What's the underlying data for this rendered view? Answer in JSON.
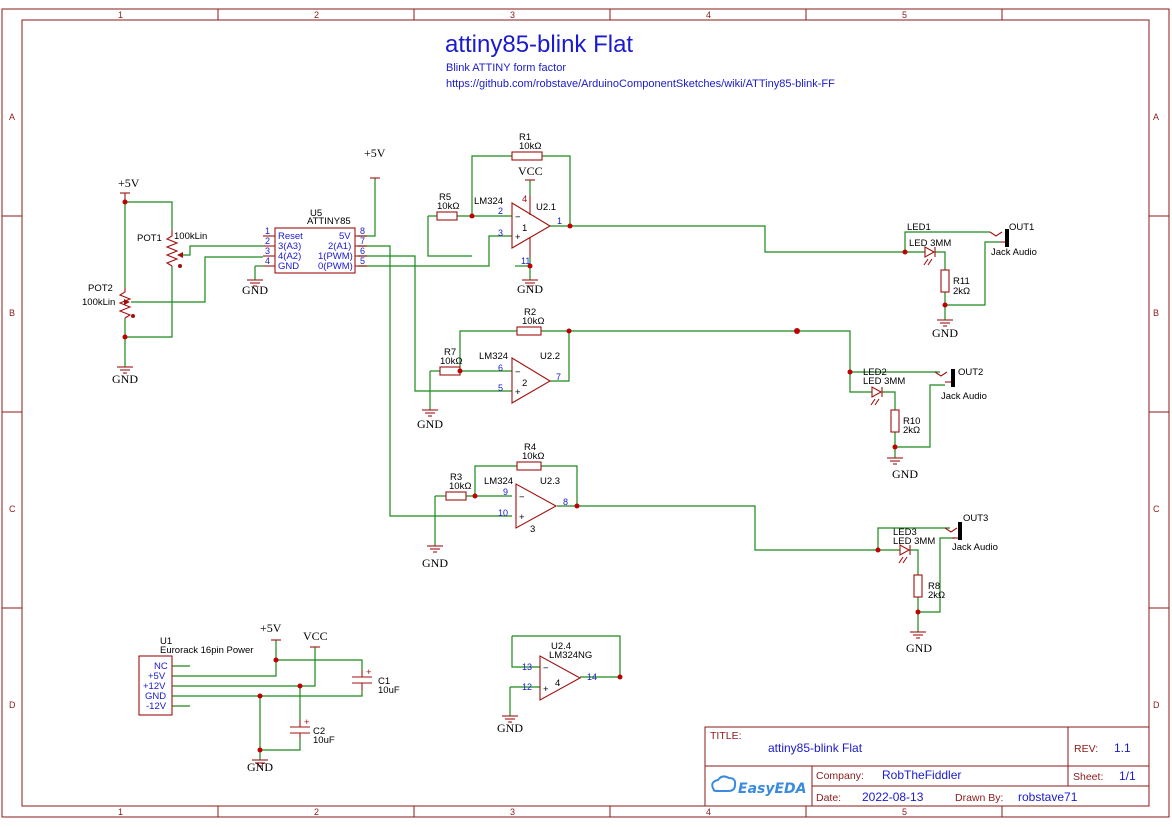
{
  "title": "attiny85-blink Flat",
  "subtitle": "Blink ATTINY form factor",
  "url": " https://github.com/robstave/ArduinoComponentSketches/wiki/ATTiny85-blink-FF",
  "zones": {
    "cols": [
      "1",
      "2",
      "3",
      "4",
      "5"
    ],
    "rows": [
      "A",
      "B",
      "C",
      "D"
    ]
  },
  "labels": {
    "plus5v": "+5V",
    "vcc": "VCC",
    "gnd": "GND",
    "pot1": "POT1",
    "pot1_val": "100kLin",
    "pot2": "POT2",
    "pot2_val": "100kLin",
    "u5": "U5",
    "u5_part": "ATTINY85",
    "u5_pins_left": [
      "Reset",
      "3(A3)",
      "4(A2)",
      "GND"
    ],
    "u5_nums_left": [
      "1",
      "2",
      "3",
      "4"
    ],
    "u5_pins_right": [
      "5V",
      "2(A1)",
      "1(PWM)",
      "0(PWM)"
    ],
    "u5_nums_right": [
      "8",
      "7",
      "6",
      "5"
    ],
    "r1": "R1",
    "r1_val": "10kΩ",
    "r2": "R2",
    "r2_val": "10kΩ",
    "r3": "R3",
    "r3_val": "10kΩ",
    "r4": "R4",
    "r4_val": "10kΩ",
    "r5": "R5",
    "r5_val": "10kΩ",
    "r7": "R7",
    "r7_val": "10kΩ",
    "r8": "R8",
    "r8_val": "2kΩ",
    "r10": "R10",
    "r10_val": "2kΩ",
    "r11": "R11",
    "r11_val": "2kΩ",
    "lm324": "LM324",
    "u21": "U2.1",
    "u22": "U2.2",
    "u23": "U2.3",
    "u24": "U2.4",
    "u24_part": "LM324NG",
    "op_pins_u21": [
      "2",
      "3",
      "1",
      "4",
      "11"
    ],
    "op_pins_u22": [
      "6",
      "5",
      "7"
    ],
    "op_pins_u23": [
      "9",
      "10",
      "8"
    ],
    "op_pins_u24": [
      "13",
      "12",
      "14"
    ],
    "led1": "LED1",
    "led2": "LED2",
    "led3": "LED3",
    "led_val": "LED 3MM",
    "out1": "OUT1",
    "out2": "OUT2",
    "out3": "OUT3",
    "jack": "Jack Audio",
    "u1": "U1",
    "u1_part": "Eurorack 16pin Power",
    "u1_pins": [
      "NC",
      "+5V",
      "+12V",
      "GND",
      "-12V"
    ],
    "c1": "C1",
    "c1_val": "10uF",
    "c2": "C2",
    "c2_val": "10uF",
    "opamp_num_1": "1",
    "opamp_num_2": "2",
    "opamp_num_3": "3",
    "opamp_num_4": "4"
  },
  "titleblock": {
    "title_label": "TITLE:",
    "title_value": "attiny85-blink Flat",
    "rev_label": "REV:",
    "rev_value": "1.1",
    "company_label": "Company:",
    "company_value": "RobTheFiddler",
    "sheet_label": "Sheet:",
    "sheet_value": "1/1",
    "date_label": "Date:",
    "date_value": "2022-08-13",
    "drawn_label": "Drawn By:",
    "drawn_value": "robstave71",
    "logo": "EasyEDA"
  }
}
